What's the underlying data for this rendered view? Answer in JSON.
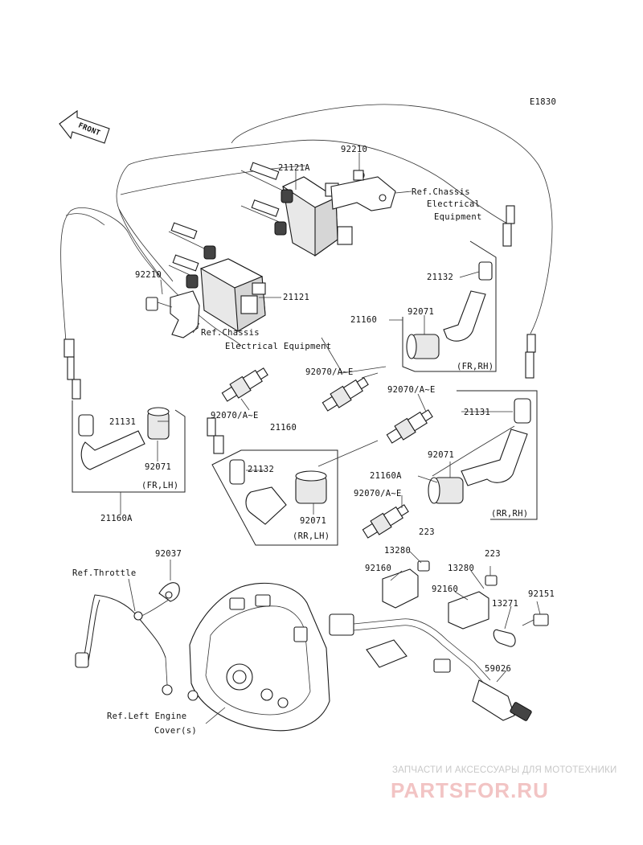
{
  "diagram": {
    "code": "E1830",
    "front_arrow": "FRONT",
    "callouts": {
      "p92210_top": "92210",
      "p21121A": "21121A",
      "ref_chassis_top_1": "Ref.Chassis",
      "ref_chassis_top_2": "Electrical",
      "ref_chassis_top_3": "Equipment",
      "p92210_left": "92210",
      "p21121": "21121",
      "ref_chassis_mid_1": "Ref.Chassis",
      "ref_chassis_mid_2": "Electrical Equipment",
      "p21132_top": "21132",
      "p21160": "21160",
      "p92071_fr_rh": "92071",
      "fr_rh": "(FR,RH)",
      "p92070_mid": "92070/A~E",
      "p92070_center": "92070/A~E",
      "p21160_center": "21160",
      "p92070_right": "92070/A~E",
      "p21131_left": "21131",
      "p92071_left": "92071",
      "fr_lh": "(FR,LH)",
      "p21160A_left": "21160A",
      "p21132_bottom": "21132",
      "p92071_rr_lh": "92071",
      "rr_lh": "(RR,LH)",
      "p21131_right": "21131",
      "p92071_rr_rh": "92071",
      "p21160A_right": "21160A",
      "p92070_lower": "92070/A~E",
      "rr_rh": "(RR,RH)",
      "p223_upper": "223",
      "p92037": "92037",
      "ref_throttle": "Ref.Throttle",
      "p13280_a": "13280",
      "p92160_a": "92160",
      "p13280_b": "13280",
      "p223_lower": "223",
      "p92160_b": "92160",
      "p13271": "13271",
      "p92151": "92151",
      "p59026": "59026",
      "ref_engine_1": "Ref.Left Engine",
      "ref_engine_2": "Cover(s)"
    }
  },
  "watermark": {
    "caption": "ЗАПЧАСТИ И АКСЕССУАРЫ ДЛЯ МОТОТЕХНИКИ",
    "logo": "PARTSFOR.RU"
  }
}
